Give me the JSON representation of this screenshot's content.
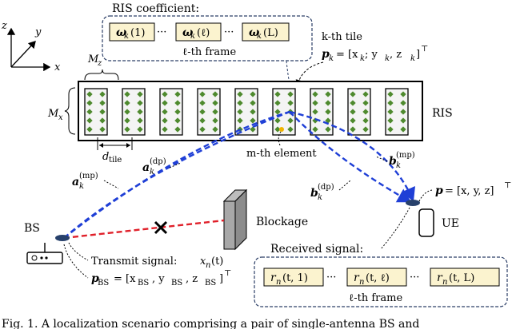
{
  "axes": {
    "z": "z",
    "y": "y",
    "x": "x"
  },
  "ris_coefficient": {
    "title": "RIS coefficient:",
    "cells": [
      "ω",
      "ω",
      "ω"
    ],
    "cell_subscript": "k",
    "cell_args": [
      "(1)",
      "(ℓ)",
      "(L)"
    ],
    "dots": "···",
    "frame_label": "ℓ-th frame"
  },
  "ris": {
    "label": "RIS",
    "mz_label": "M",
    "mz_sub": "z",
    "mx_label": "M",
    "mx_sub": "x",
    "dtile_label": "d",
    "dtile_sub": "tile",
    "tile_count": 9,
    "selected_tile_index": 5
  },
  "tile_annotation": {
    "title": "k-th tile",
    "p_label": "p",
    "p_sub": "k",
    "p_expr": "= [x",
    "p_expr2": "; y",
    "p_expr3": ", z",
    "p_end": "]",
    "transpose": "⊤"
  },
  "element_label": "m-th element",
  "paths": {
    "a_mp": "a",
    "a_mp_sub": "k",
    "a_mp_sup": "(mp)",
    "a_dp": "a",
    "a_dp_sub": "k",
    "a_dp_sup": "(dp)",
    "b_mp": "b",
    "b_mp_sub": "k",
    "b_mp_sup": "(mp)",
    "b_dp": "b",
    "b_dp_sub": "k",
    "b_dp_sup": "(dp)"
  },
  "bs": {
    "label": "BS",
    "transmit": "Transmit signal: ",
    "x_n": "x",
    "x_n_sub": "n",
    "x_n_arg": "(t)",
    "p_label": "p",
    "p_sub": "BS",
    "p_expr": "= [x",
    "p_expr2": ", y",
    "p_expr3": ", z",
    "p_sub_bs": "BS",
    "p_end": "]",
    "transpose": "⊤"
  },
  "ue": {
    "label": "UE",
    "p_label": "p",
    "p_expr": "= [x, y, z]",
    "transpose": "⊤"
  },
  "blockage": {
    "label": "Blockage"
  },
  "received": {
    "title": "Received signal:",
    "r": "r",
    "r_sub": "n",
    "cell_args": [
      "(t, 1)",
      "(t, ℓ)",
      "(t, L)"
    ],
    "dots": "···",
    "frame_label": "ℓ-th frame"
  },
  "caption": "Fig. 1.   A localization scenario comprising a pair of single-antenna BS and",
  "colors": {
    "blue_path": "#1f3fd6",
    "red_path": "#e0202a",
    "cell_fill": "#fbf3cf",
    "tile_dot": "#4e8a2e",
    "element_dot": "#f0b400",
    "node_fill": "#27406b"
  }
}
